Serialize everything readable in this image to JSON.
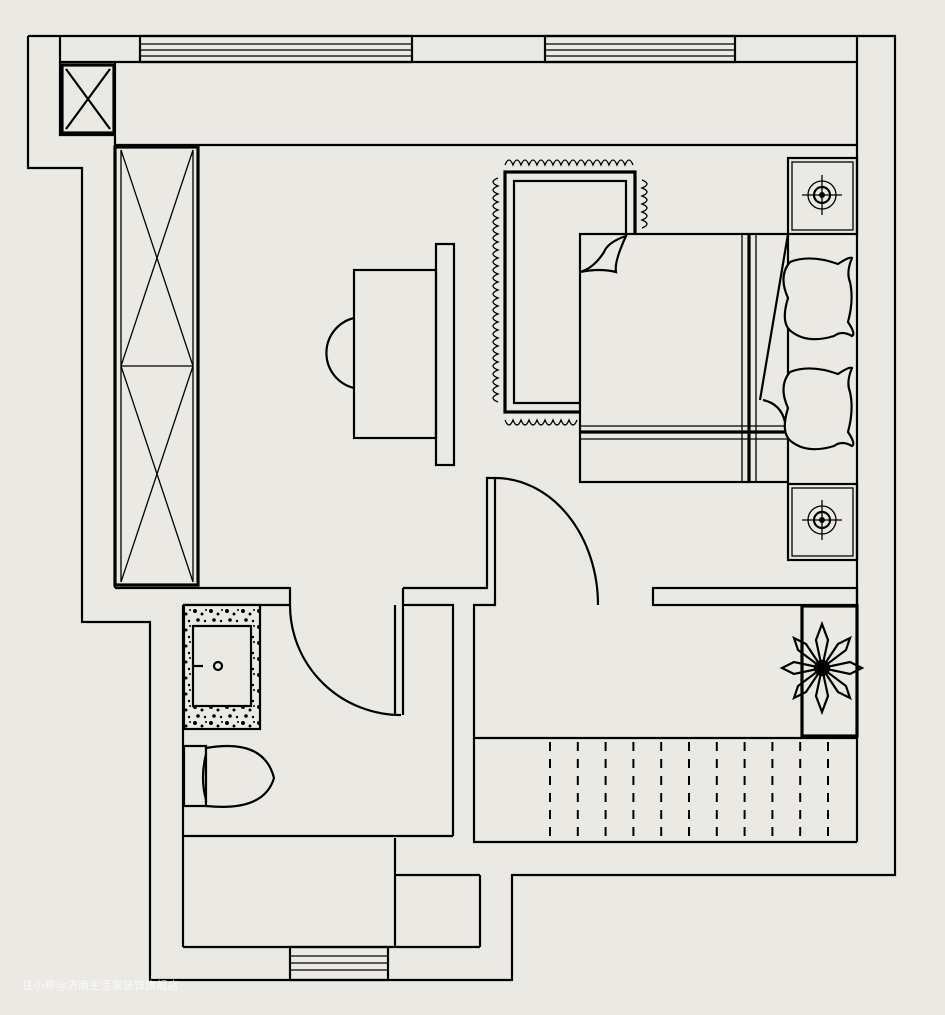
{
  "watermark": "住小帮@济南生活家装饰旗舰店",
  "colors": {
    "background": "#ebe9e4",
    "line": "#000000"
  },
  "fixtures": [
    "wardrobe",
    "desk",
    "chair",
    "rug",
    "bed",
    "pillow",
    "pillow",
    "nightstand-lamp",
    "nightstand-lamp",
    "door",
    "door",
    "washbasin",
    "toilet",
    "potted-plant",
    "balcony-grating",
    "window",
    "window",
    "window"
  ]
}
